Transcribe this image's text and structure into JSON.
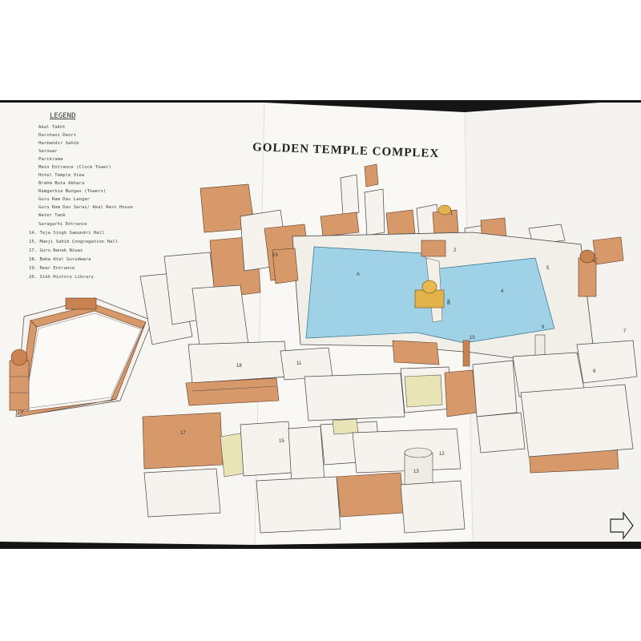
{
  "map": {
    "title": "GOLDEN TEMPLE COMPLEX",
    "legend": {
      "title": "LEGEND",
      "items": [
        "Akal Takht",
        "Darshani Deori",
        "Harmandir Sahib",
        "Sarowar",
        "Parikrama",
        "Main Entrance (Clock Tower)",
        "Hotel Temple View",
        "Brahm Buta Akhara",
        "Ramgarhia Bungas (Towers)",
        "Guru Ram Das Langar",
        "Guru Ram Das Sarai/ Akal Rest House",
        "Water Tank",
        "Saragarhi Entrance",
        "14. Teja Singh Samundri Hall",
        "15. Manji Sahib Congregation Hall",
        "17. Guru Nanak Niwas",
        "18. Baba Atal Gurudwara",
        "19. Rear Entrance",
        "20. Sikh History Library"
      ]
    },
    "labels": [
      "1",
      "2",
      "3",
      "4",
      "5",
      "6",
      "7",
      "8",
      "9",
      "10",
      "11",
      "12",
      "13",
      "15",
      "17",
      "18",
      "19",
      "A",
      "B"
    ],
    "colors": {
      "sarovar": "#9fd2e6",
      "brick": "#d7986a",
      "gold": "#e2b34a",
      "paper": "#f6f4ef"
    },
    "icons": [
      "north-arrow-icon"
    ]
  }
}
